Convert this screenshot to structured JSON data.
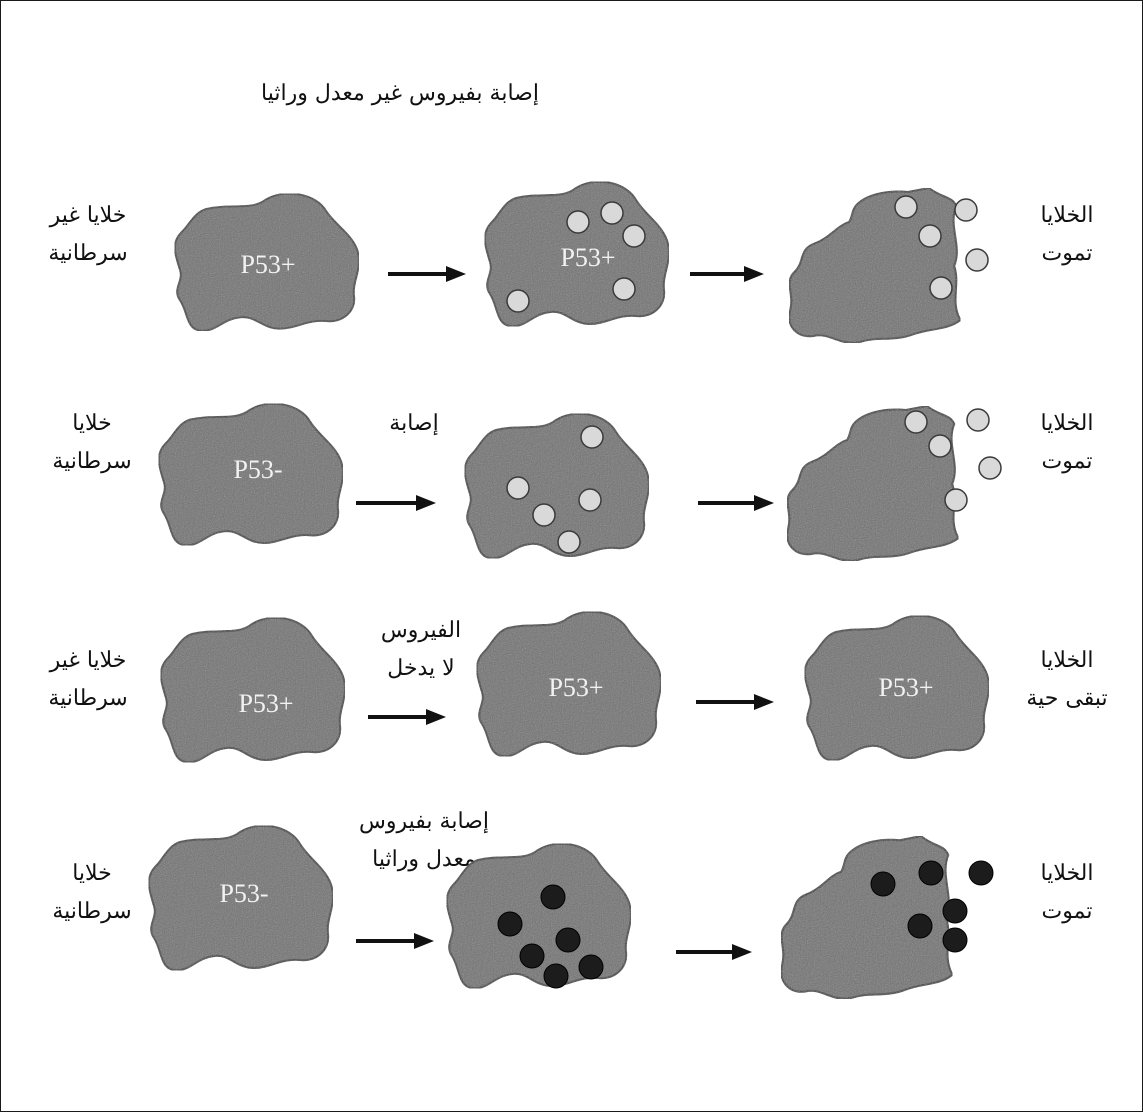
{
  "title": "إصابة بفيروس غير معدل وراثيا",
  "rows": [
    {
      "left_label": [
        "خلايا غير",
        "سرطانية"
      ],
      "cell_labels": [
        "P53+",
        "P53+",
        ""
      ],
      "middle_label": [],
      "right_label": [
        "الخلايا",
        "تموت"
      ]
    },
    {
      "left_label": [
        "خلايا",
        "سرطانية"
      ],
      "cell_labels": [
        "P53-",
        "",
        ""
      ],
      "middle_label": [
        "إصابة"
      ],
      "right_label": [
        "الخلايا",
        "تموت"
      ]
    },
    {
      "left_label": [
        "خلايا غير",
        "سرطانية"
      ],
      "cell_labels": [
        "P53+",
        "P53+",
        "P53+"
      ],
      "middle_label": [
        "الفيروس",
        "لا يدخل"
      ],
      "right_label": [
        "الخلايا",
        "تبقى حية"
      ]
    },
    {
      "left_label": [
        "خلايا",
        "سرطانية"
      ],
      "cell_labels": [
        "P53-",
        "",
        ""
      ],
      "middle_label": [
        "إصابة بفيروس",
        "معدل وراثيا"
      ],
      "right_label": [
        "الخلايا",
        "تموت"
      ]
    }
  ],
  "colors": {
    "cell_fill": "#6f6f6f",
    "cell_stroke": "#3a3a3a",
    "virus_unmodified": "#d9d9d9",
    "virus_modified": "#1c1c1c",
    "arrow": "#111111"
  }
}
